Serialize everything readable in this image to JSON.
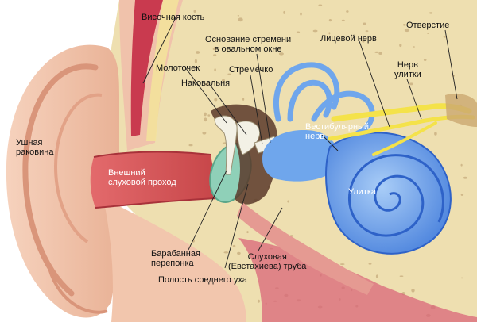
{
  "colors": {
    "skin": "#f2c6ad",
    "skin_shadow": "#d9957a",
    "bone": "#eedfb0",
    "bone_pore": "#b89a6a",
    "canal": "#d95a5c",
    "eardrum": "#8fd0b8",
    "cochlea": "#6fa6ec",
    "cochlea_dark": "#2e62c8",
    "nerve": "#f4e24a",
    "muscle": "#c93a4f",
    "cavity": "#5a3a2a"
  },
  "labels": {
    "temporal_bone": "Височная кость",
    "stapes_base": [
      "Основание стремени",
      "в овальном окне"
    ],
    "facial_nerve": "Лицевой нерв",
    "opening": "Отверстие",
    "malleus": "Молоточек",
    "stapes": "Стремечко",
    "cochlear_nerve": [
      "Нерв",
      "улитки"
    ],
    "incus": "Наковальня",
    "vestibular_nerve": [
      "Вестибулярный",
      "нерв"
    ],
    "auricle": [
      "Ушная",
      "раковина"
    ],
    "ear_canal": [
      "Внешний",
      "слуховой проход"
    ],
    "cochlea": "Улитка",
    "eardrum": [
      "Барабанная",
      "перепонка"
    ],
    "eustachian_tube": [
      "Слуховая",
      "(Евстахиева) труба"
    ],
    "middle_ear_cavity": "Полость среднего уха"
  }
}
